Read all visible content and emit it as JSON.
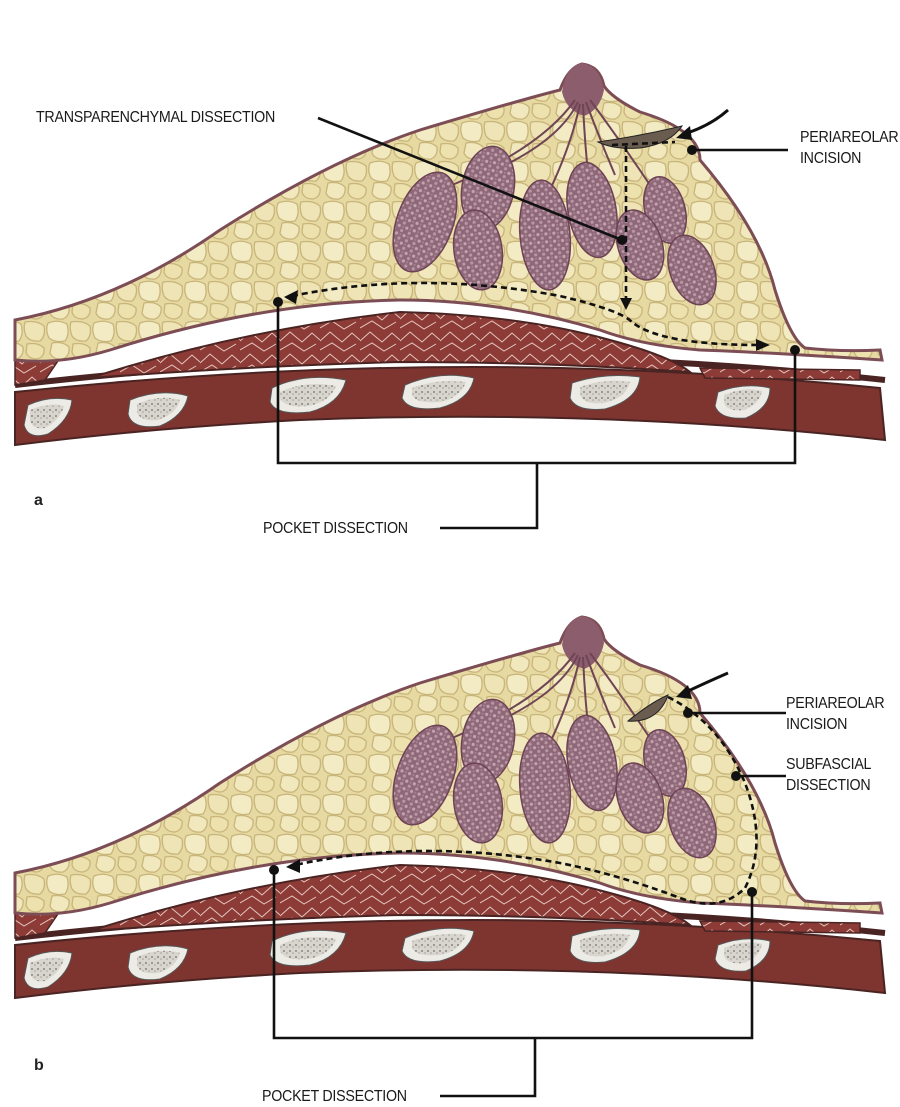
{
  "figure": {
    "panels": [
      {
        "id": "a",
        "panel_label": "a",
        "labels": {
          "transparenchymal": "TRANSPARENCHYMAL DISSECTION",
          "periareolar_line1": "PERIAREOLAR",
          "periareolar_line2": "INCISION",
          "pocket": "POCKET DISSECTION"
        }
      },
      {
        "id": "b",
        "panel_label": "b",
        "labels": {
          "periareolar_line1": "PERIAREOLAR",
          "periareolar_line2": "INCISION",
          "subfascial_line1": "SUBFASCIAL",
          "subfascial_line2": "DISSECTION",
          "pocket": "POCKET DISSECTION"
        }
      }
    ],
    "colors": {
      "skin": "#8a5a62",
      "fat": "#e8dcaa",
      "fat_shadow": "#c9b877",
      "gland": "#9a7585",
      "muscle": "#8b3a34",
      "fascia": "#4a2422",
      "rib": "#ecebe6",
      "leader": "#111111"
    }
  }
}
